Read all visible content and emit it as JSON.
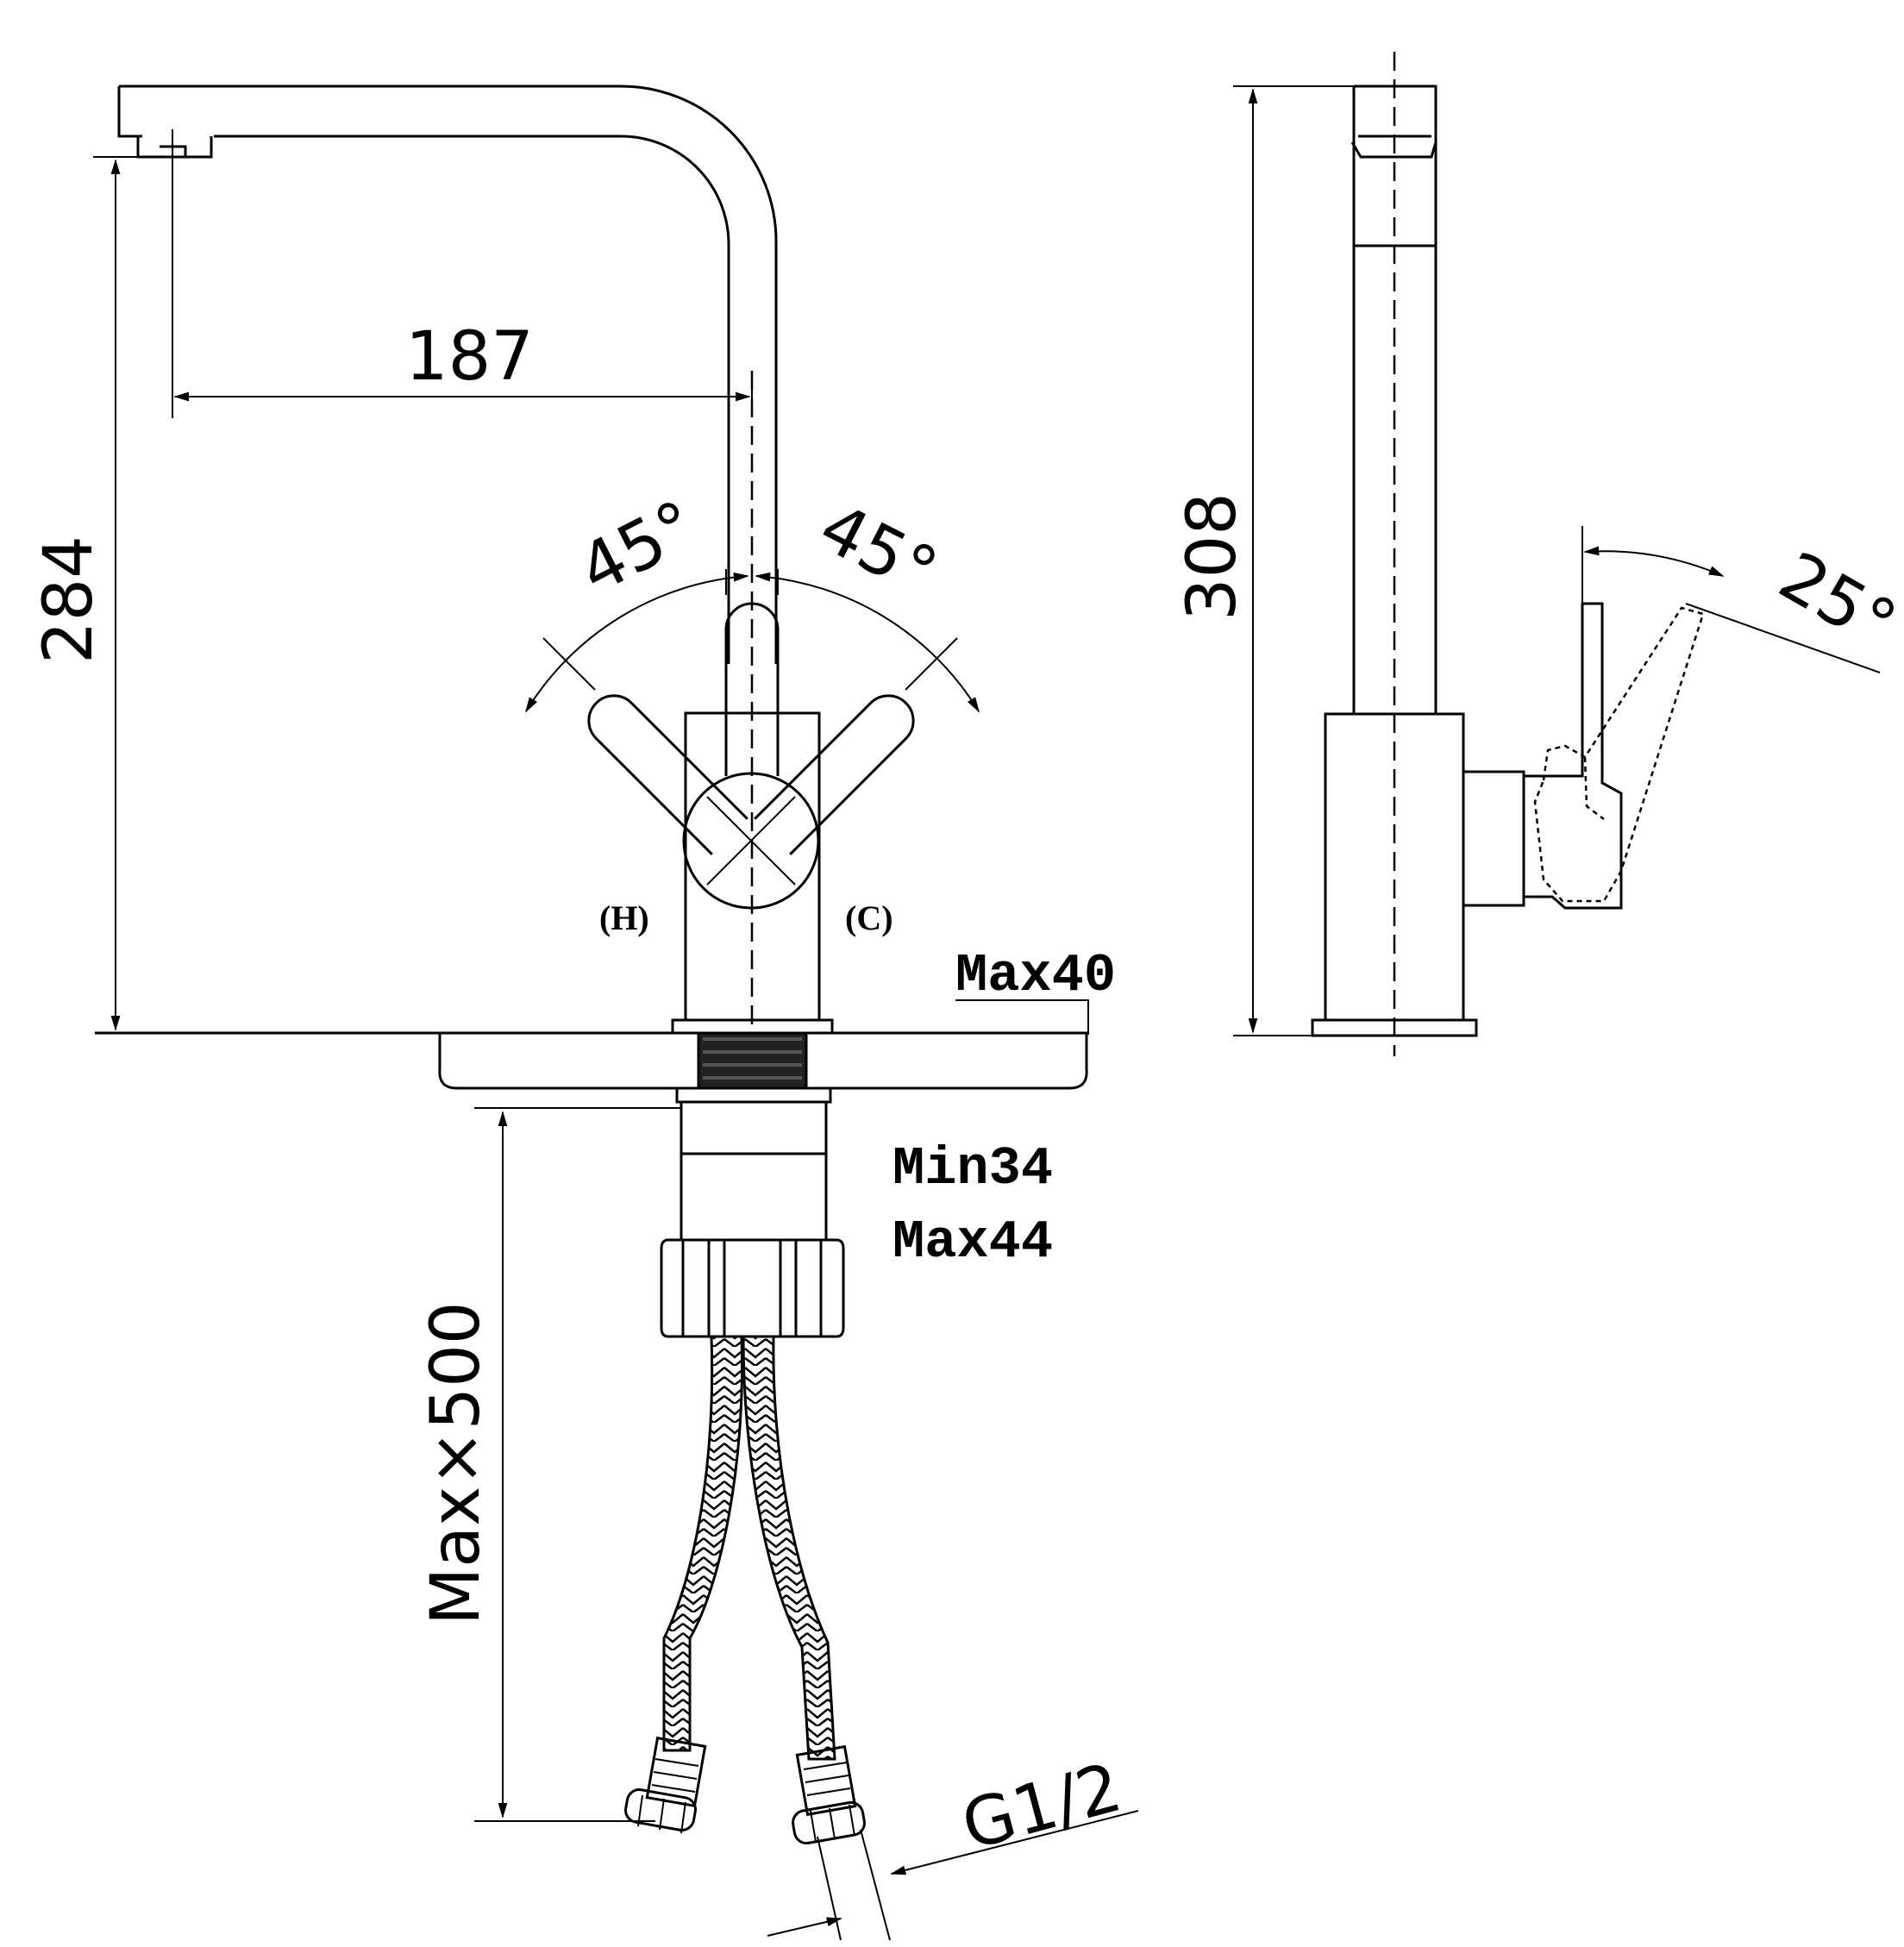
{
  "front_view": {
    "dim_reach": "187",
    "dim_height": "284",
    "angle_left": "45°",
    "angle_right": "45°",
    "label_hot": "(H)",
    "label_cold": "(C)",
    "max_counter": "Max40",
    "min_clamp": "Min34",
    "max_clamp": "Max44",
    "max_hose": "Max×500",
    "thread": "G1/2"
  },
  "side_view": {
    "dim_height": "308",
    "angle_tilt": "25°"
  }
}
